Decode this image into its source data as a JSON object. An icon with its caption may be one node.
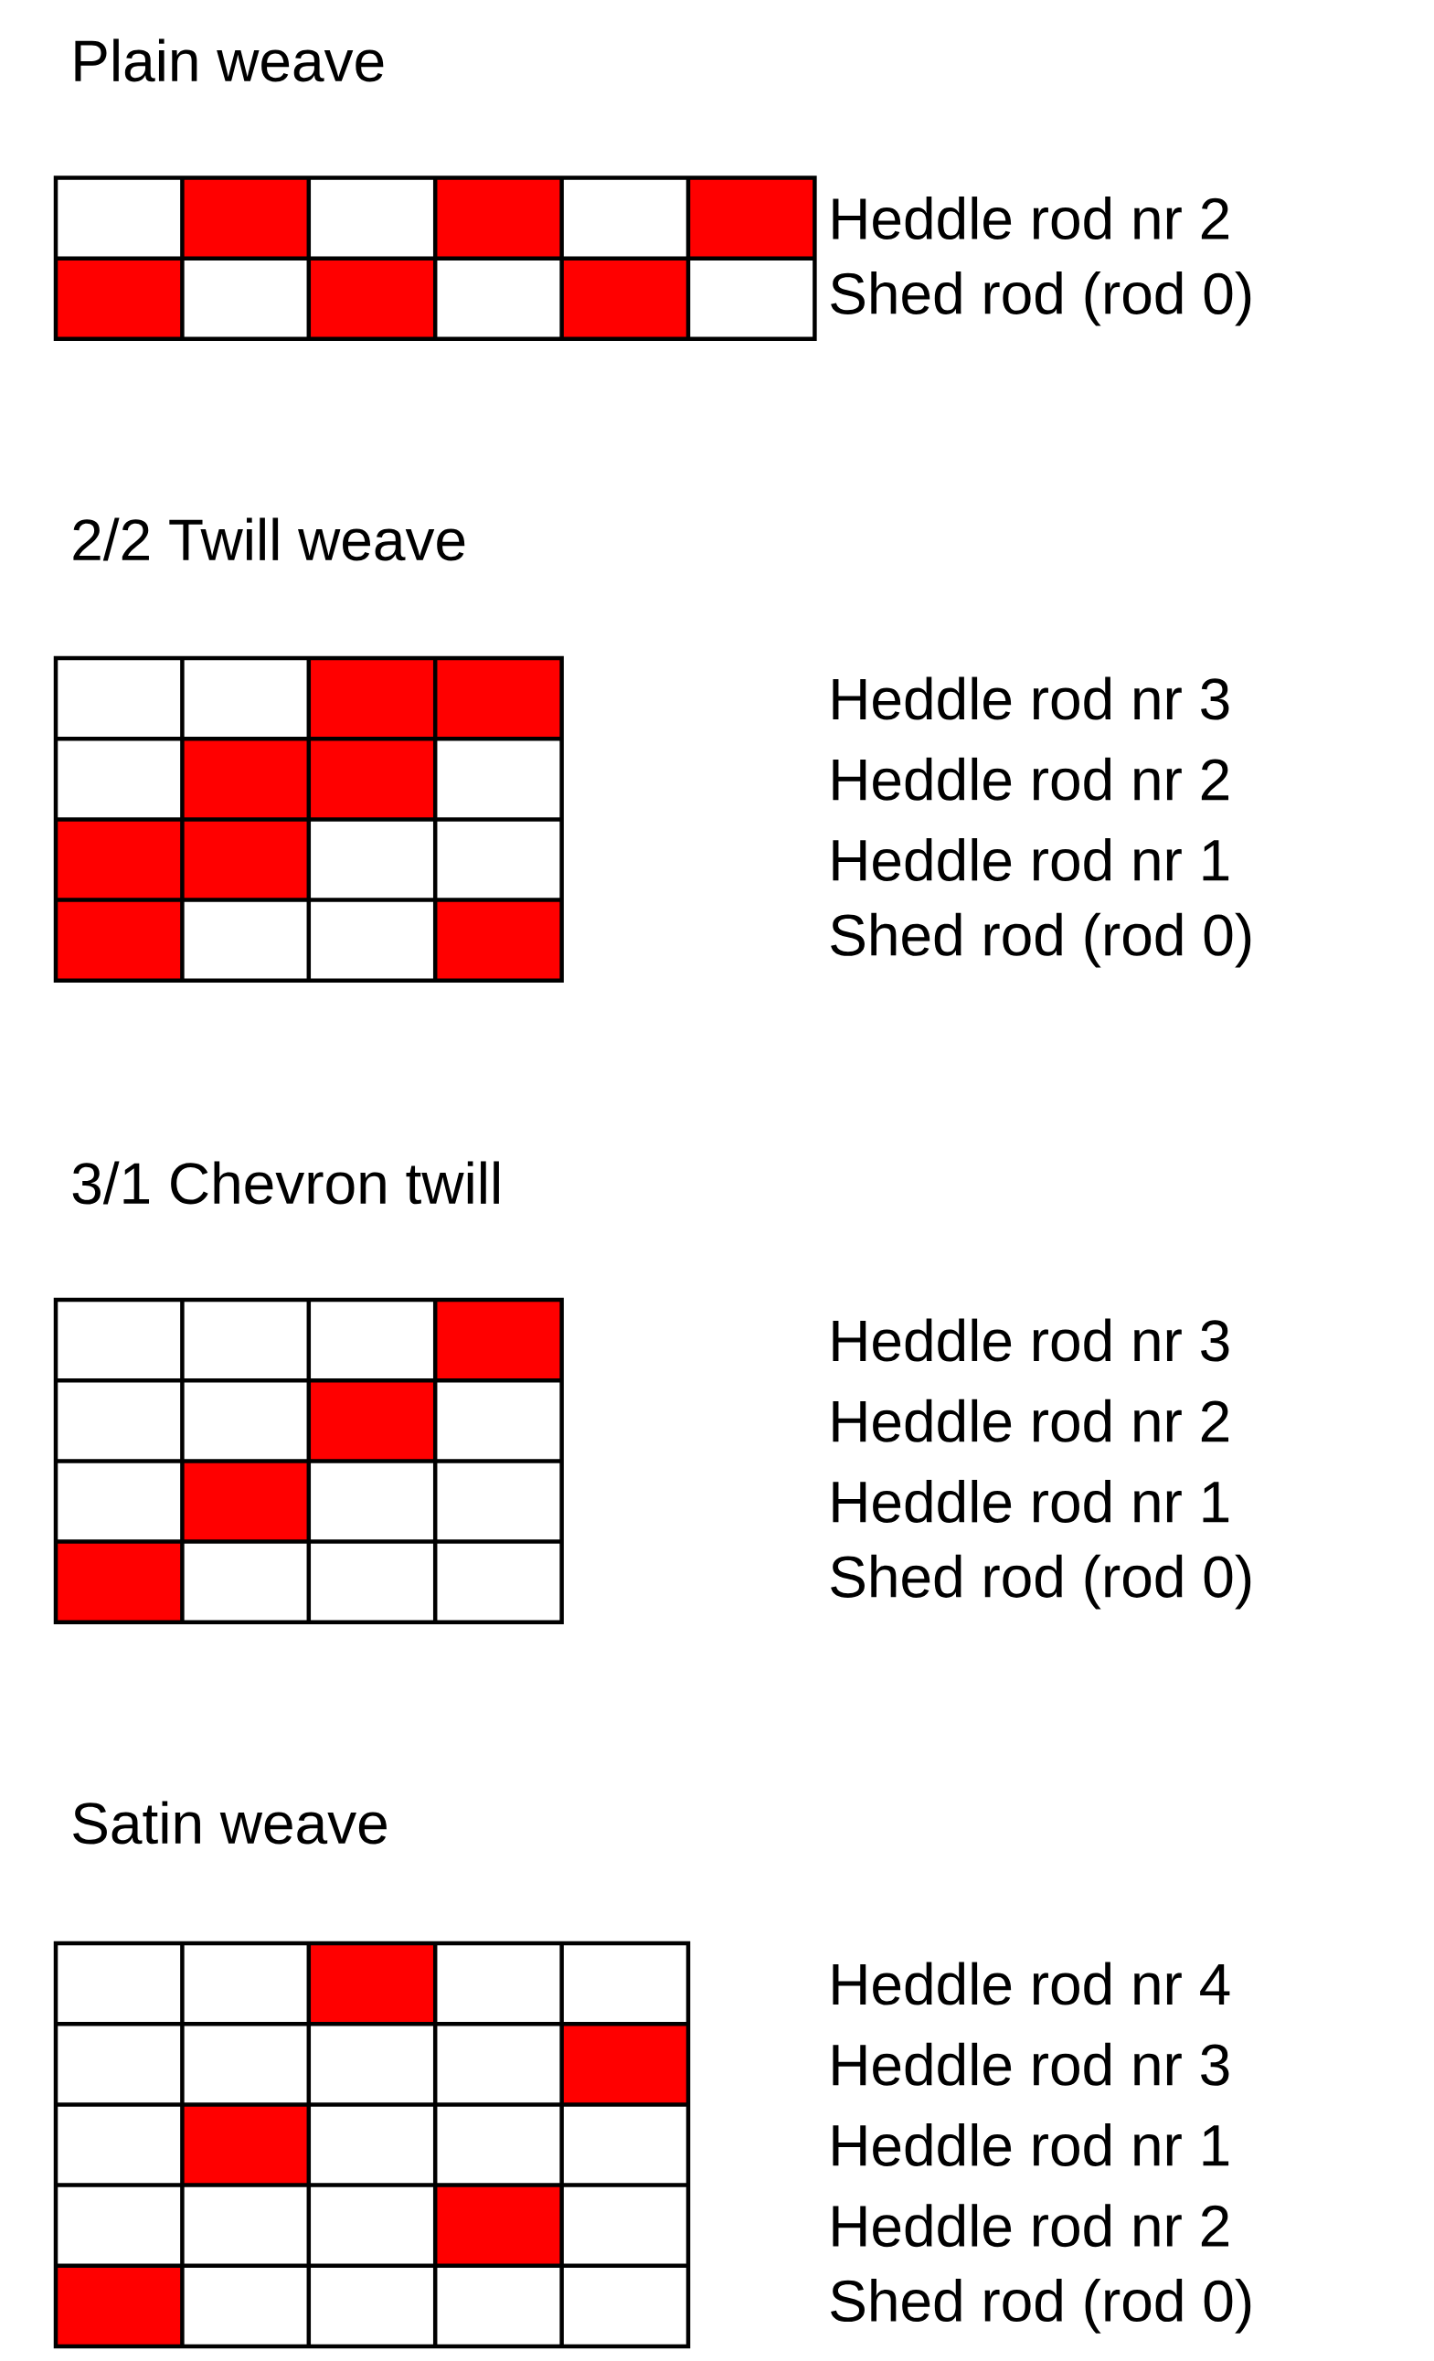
{
  "diagram": {
    "labels": [
      "Plain weave",
      "Heddle rod nr 2",
      "Shed rod (rod 0)",
      "2/2 Twill weave",
      "Heddle rod nr 3",
      "Heddle rod nr 2",
      "Heddle rod nr 1",
      "Shed rod (rod 0)",
      "3/1 Chevron twill",
      "Heddle rod nr 3",
      "Heddle rod nr 2",
      "Heddle rod nr 1",
      "Shed rod (rod 0)",
      "Satin weave",
      "Heddle rod nr 4",
      "Heddle rod nr 3",
      "Heddle rod nr 1",
      "Heddle rod nr 2",
      "Shed rod (rod 0)"
    ]
  }
}
